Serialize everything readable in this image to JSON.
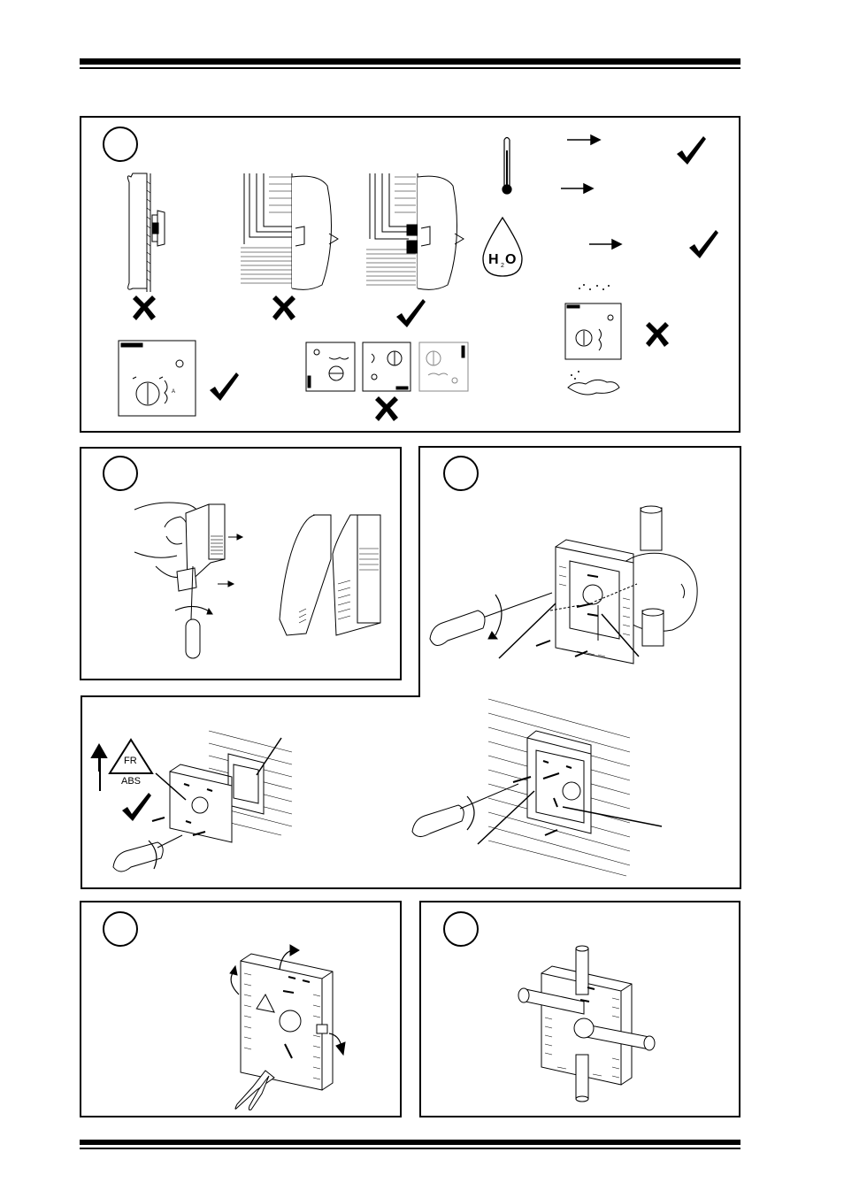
{
  "labels": {
    "h2o_h": "H",
    "h2o_2": "2",
    "h2o_o": "O",
    "recycle_fr": "FR",
    "recycle_abs": "ABS"
  },
  "icons": {
    "check": "check-mark-icon",
    "cross": "cross-mark-icon",
    "arrow": "arrow-right-icon"
  }
}
